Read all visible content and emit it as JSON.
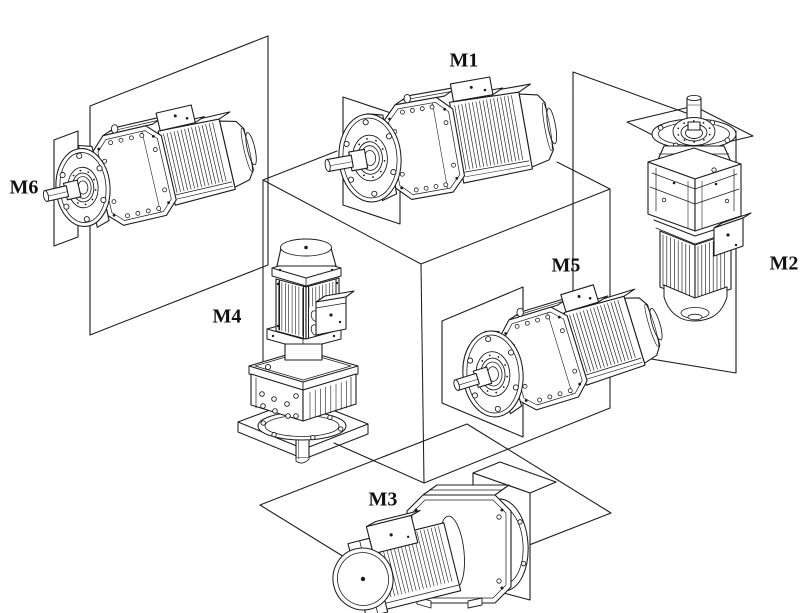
{
  "figure": {
    "type": "technical-line-diagram",
    "subject": "gearmotor-mounting-positions",
    "background_color": "#ffffff",
    "line_color": "#1f1f1f",
    "labels": [
      {
        "id": "M1",
        "text": "M1",
        "position": "top-center",
        "unit_orientation": "horizontal, output shaft pointing left, mounted on top of cube"
      },
      {
        "id": "M2",
        "text": "M2",
        "position": "right",
        "unit_orientation": "vertical, output shaft pointing up, motor below"
      },
      {
        "id": "M3",
        "text": "M3",
        "position": "bottom-center",
        "unit_orientation": "horizontal, motor facing lower-left, flange on right plate, below cube"
      },
      {
        "id": "M4",
        "text": "M4",
        "position": "center-left",
        "unit_orientation": "vertical, motor on top, output shaft pointing down"
      },
      {
        "id": "M5",
        "text": "M5",
        "position": "center-right",
        "unit_orientation": "horizontal, output shaft pointing left, on front face of cube"
      },
      {
        "id": "M6",
        "text": "M6",
        "position": "far-left",
        "unit_orientation": "horizontal, output shaft pointing left, on left wall panel"
      }
    ]
  }
}
